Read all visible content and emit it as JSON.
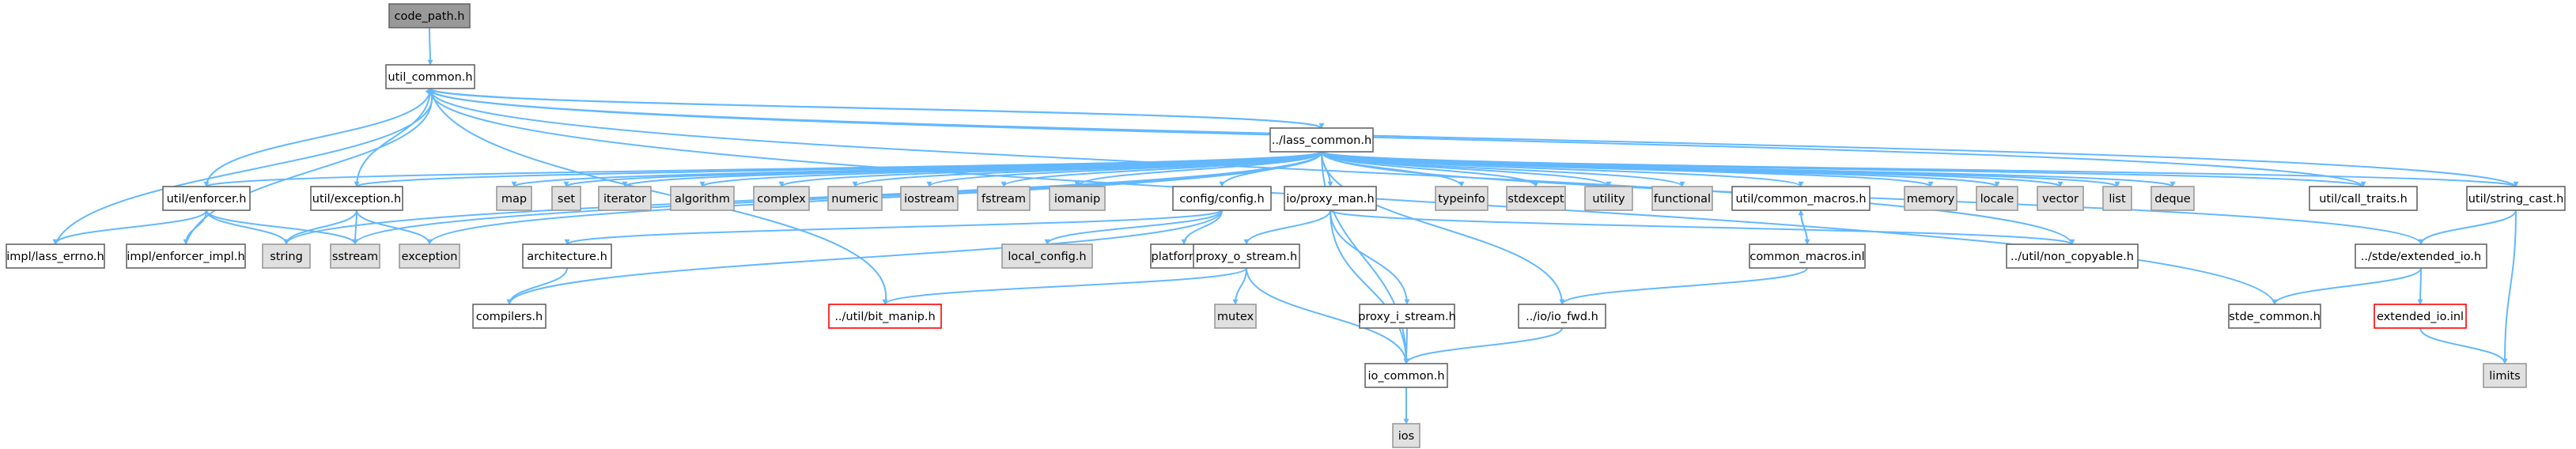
{
  "colors": {
    "edge": "#63b8ff",
    "node_fill": "#ffffff",
    "node_stroke": "#666666",
    "system_fill": "#e0e0e0",
    "system_stroke": "#999999",
    "root_fill": "#999999",
    "root_stroke": "#666666",
    "missing_stroke": "#ff0000"
  },
  "nodes": [
    {
      "id": "code_path",
      "label": "code_path.h",
      "style": "root"
    },
    {
      "id": "util_common",
      "label": "util_common.h",
      "style": "normal"
    },
    {
      "id": "lass_common",
      "label": "../lass_common.h",
      "style": "normal"
    },
    {
      "id": "util_enforcer",
      "label": "util/enforcer.h",
      "style": "normal"
    },
    {
      "id": "util_exception",
      "label": "util/exception.h",
      "style": "normal"
    },
    {
      "id": "map",
      "label": "map",
      "style": "system"
    },
    {
      "id": "set",
      "label": "set",
      "style": "system"
    },
    {
      "id": "iterator",
      "label": "iterator",
      "style": "system"
    },
    {
      "id": "algorithm",
      "label": "algorithm",
      "style": "system"
    },
    {
      "id": "complex",
      "label": "complex",
      "style": "system"
    },
    {
      "id": "numeric",
      "label": "numeric",
      "style": "system"
    },
    {
      "id": "iostream",
      "label": "iostream",
      "style": "system"
    },
    {
      "id": "fstream",
      "label": "fstream",
      "style": "system"
    },
    {
      "id": "iomanip",
      "label": "iomanip",
      "style": "system"
    },
    {
      "id": "config_config",
      "label": "config/config.h",
      "style": "normal"
    },
    {
      "id": "io_proxy_man",
      "label": "io/proxy_man.h",
      "style": "normal"
    },
    {
      "id": "typeinfo",
      "label": "typeinfo",
      "style": "system"
    },
    {
      "id": "stdexcept",
      "label": "stdexcept",
      "style": "system"
    },
    {
      "id": "utility",
      "label": "utility",
      "style": "system"
    },
    {
      "id": "functional",
      "label": "functional",
      "style": "system"
    },
    {
      "id": "util_common_macros",
      "label": "util/common_macros.h",
      "style": "normal"
    },
    {
      "id": "memory",
      "label": "memory",
      "style": "system"
    },
    {
      "id": "locale",
      "label": "locale",
      "style": "system"
    },
    {
      "id": "vector",
      "label": "vector",
      "style": "system"
    },
    {
      "id": "list",
      "label": "list",
      "style": "system"
    },
    {
      "id": "deque",
      "label": "deque",
      "style": "system"
    },
    {
      "id": "util_call_traits",
      "label": "util/call_traits.h",
      "style": "normal"
    },
    {
      "id": "util_string_cast",
      "label": "util/string_cast.h",
      "style": "normal"
    },
    {
      "id": "impl_lass_errno",
      "label": "impl/lass_errno.h",
      "style": "normal"
    },
    {
      "id": "impl_enforcer_impl",
      "label": "impl/enforcer_impl.h",
      "style": "normal"
    },
    {
      "id": "string",
      "label": "string",
      "style": "system"
    },
    {
      "id": "sstream",
      "label": "sstream",
      "style": "system"
    },
    {
      "id": "exception",
      "label": "exception",
      "style": "system"
    },
    {
      "id": "architecture",
      "label": "architecture.h",
      "style": "normal"
    },
    {
      "id": "local_config",
      "label": "local_config.h",
      "style": "system"
    },
    {
      "id": "platforms",
      "label": "platforms.h",
      "style": "normal"
    },
    {
      "id": "proxy_o_stream",
      "label": "proxy_o_stream.h",
      "style": "normal"
    },
    {
      "id": "common_macros_inl",
      "label": "common_macros.inl",
      "style": "normal"
    },
    {
      "id": "util_non_copyable",
      "label": "../util/non_copyable.h",
      "style": "normal"
    },
    {
      "id": "stde_extended_io",
      "label": "../stde/extended_io.h",
      "style": "normal"
    },
    {
      "id": "compilers",
      "label": "compilers.h",
      "style": "normal"
    },
    {
      "id": "util_bit_manip",
      "label": "../util/bit_manip.h",
      "style": "missing"
    },
    {
      "id": "mutex",
      "label": "mutex",
      "style": "system"
    },
    {
      "id": "proxy_i_stream",
      "label": "proxy_i_stream.h",
      "style": "normal"
    },
    {
      "id": "io_io_fwd",
      "label": "../io/io_fwd.h",
      "style": "normal"
    },
    {
      "id": "stde_common",
      "label": "stde_common.h",
      "style": "normal"
    },
    {
      "id": "extended_io_inl",
      "label": "extended_io.inl",
      "style": "missing"
    },
    {
      "id": "limits",
      "label": "limits",
      "style": "system"
    },
    {
      "id": "io_common",
      "label": "io_common.h",
      "style": "normal"
    },
    {
      "id": "ios",
      "label": "ios",
      "style": "system"
    }
  ],
  "edges": [
    [
      "code_path",
      "util_common"
    ],
    [
      "util_common",
      "lass_common"
    ],
    [
      "lass_common",
      "util_common"
    ],
    [
      "lass_common",
      "util_enforcer"
    ],
    [
      "lass_common",
      "util_exception"
    ],
    [
      "lass_common",
      "map"
    ],
    [
      "lass_common",
      "set"
    ],
    [
      "lass_common",
      "iterator"
    ],
    [
      "lass_common",
      "algorithm"
    ],
    [
      "lass_common",
      "complex"
    ],
    [
      "lass_common",
      "numeric"
    ],
    [
      "lass_common",
      "iostream"
    ],
    [
      "lass_common",
      "fstream"
    ],
    [
      "lass_common",
      "iomanip"
    ],
    [
      "lass_common",
      "config_config"
    ],
    [
      "lass_common",
      "io_proxy_man"
    ],
    [
      "lass_common",
      "typeinfo"
    ],
    [
      "lass_common",
      "stdexcept"
    ],
    [
      "lass_common",
      "utility"
    ],
    [
      "lass_common",
      "functional"
    ],
    [
      "lass_common",
      "util_common_macros"
    ],
    [
      "lass_common",
      "memory"
    ],
    [
      "lass_common",
      "locale"
    ],
    [
      "lass_common",
      "vector"
    ],
    [
      "lass_common",
      "list"
    ],
    [
      "lass_common",
      "deque"
    ],
    [
      "lass_common",
      "util_call_traits"
    ],
    [
      "lass_common",
      "util_string_cast"
    ],
    [
      "lass_common",
      "string"
    ],
    [
      "lass_common",
      "sstream"
    ],
    [
      "lass_common",
      "exception"
    ],
    [
      "lass_common",
      "stde_extended_io"
    ],
    [
      "lass_common",
      "io_io_fwd"
    ],
    [
      "lass_common",
      "io_common"
    ],
    [
      "util_enforcer",
      "util_common"
    ],
    [
      "util_enforcer",
      "impl_lass_errno"
    ],
    [
      "util_enforcer",
      "impl_enforcer_impl"
    ],
    [
      "util_enforcer",
      "string"
    ],
    [
      "util_enforcer",
      "sstream"
    ],
    [
      "util_exception",
      "util_common"
    ],
    [
      "util_exception",
      "string"
    ],
    [
      "util_exception",
      "sstream"
    ],
    [
      "util_exception",
      "exception"
    ],
    [
      "impl_lass_errno",
      "util_common"
    ],
    [
      "impl_enforcer_impl",
      "util_common"
    ],
    [
      "config_config",
      "local_config"
    ],
    [
      "config_config",
      "platforms"
    ],
    [
      "config_config",
      "architecture"
    ],
    [
      "config_config",
      "compilers"
    ],
    [
      "architecture",
      "compilers"
    ],
    [
      "io_proxy_man",
      "proxy_o_stream"
    ],
    [
      "io_proxy_man",
      "proxy_i_stream"
    ],
    [
      "io_proxy_man",
      "io_common"
    ],
    [
      "io_proxy_man",
      "util_non_copyable"
    ],
    [
      "proxy_o_stream",
      "util_bit_manip"
    ],
    [
      "proxy_o_stream",
      "mutex"
    ],
    [
      "proxy_o_stream",
      "io_common"
    ],
    [
      "proxy_i_stream",
      "io_common"
    ],
    [
      "io_io_fwd",
      "io_common"
    ],
    [
      "io_common",
      "ios"
    ],
    [
      "util_bit_manip",
      "util_common"
    ],
    [
      "util_common_macros",
      "common_macros_inl"
    ],
    [
      "common_macros_inl",
      "util_common_macros"
    ],
    [
      "common_macros_inl",
      "io_io_fwd"
    ],
    [
      "util_non_copyable",
      "util_common"
    ],
    [
      "util_string_cast",
      "util_common"
    ],
    [
      "util_string_cast",
      "stde_extended_io"
    ],
    [
      "util_string_cast",
      "limits"
    ],
    [
      "stde_extended_io",
      "stde_common"
    ],
    [
      "stde_extended_io",
      "extended_io_inl"
    ],
    [
      "stde_common",
      "util_common"
    ],
    [
      "extended_io_inl",
      "limits"
    ],
    [
      "util_call_traits",
      "util_common"
    ]
  ]
}
